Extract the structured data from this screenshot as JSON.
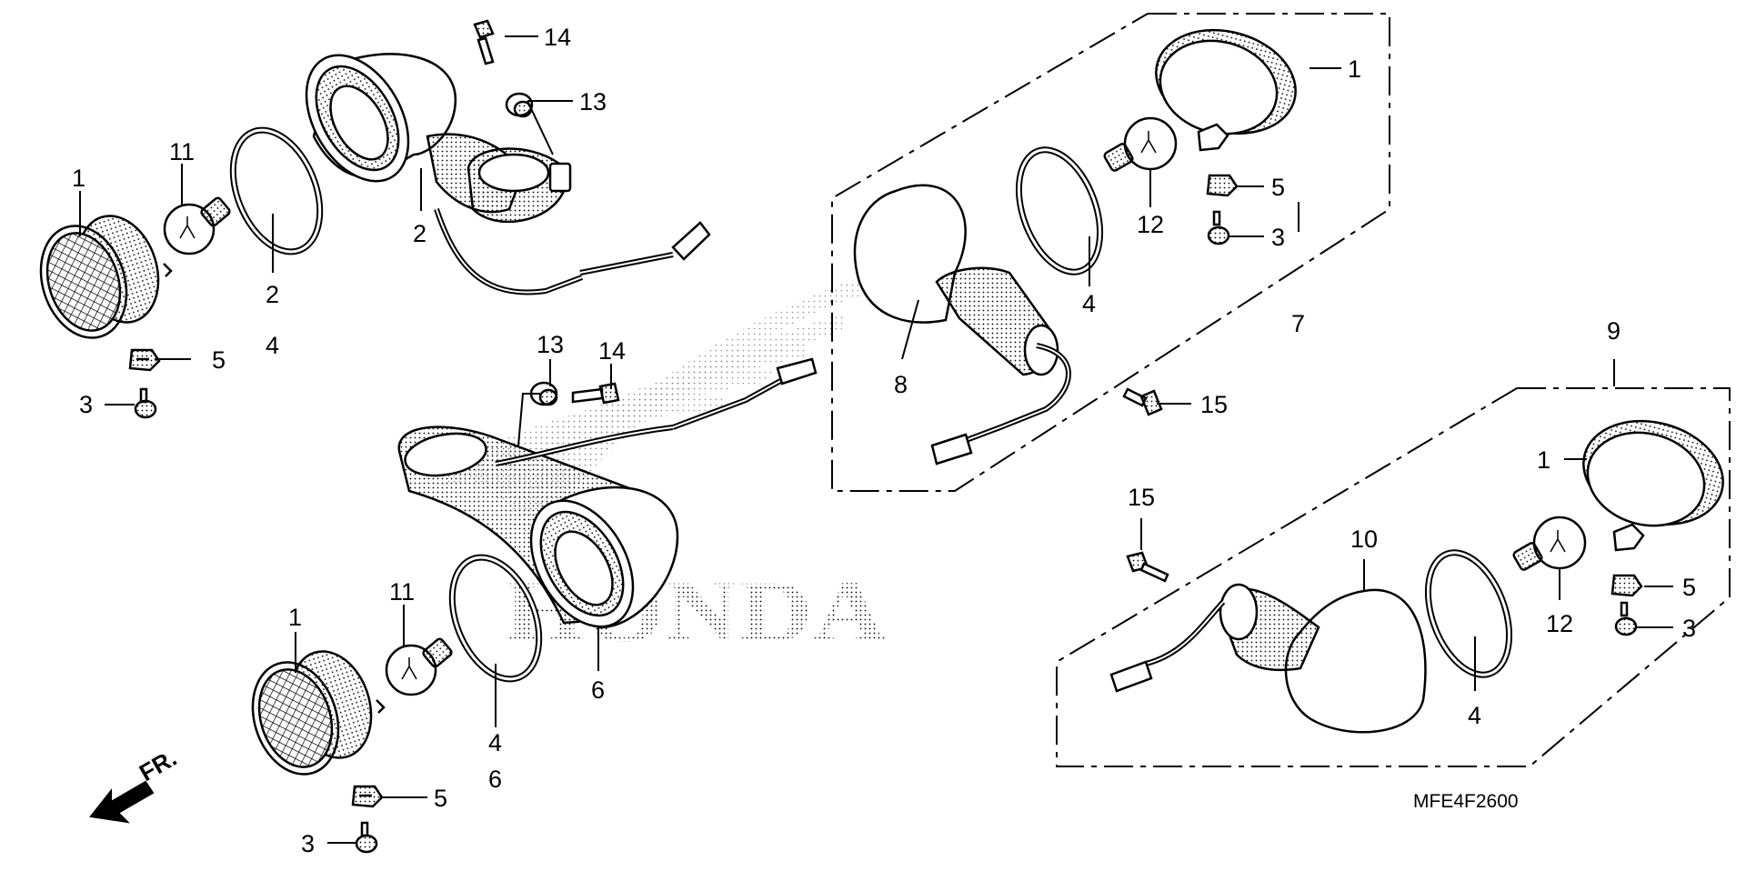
{
  "diagram_code": "MFE4F2600",
  "front_arrow_label": "FR.",
  "watermark": "HONDA",
  "callouts": {
    "c_14a": "14",
    "c_13a": "13",
    "c_1a": "1",
    "c_11a": "11",
    "c_2a": "2",
    "c_2b": "2",
    "c_4a": "4",
    "c_5a": "5",
    "c_3a": "3",
    "c_13b": "13",
    "c_14b": "14",
    "c_11b": "11",
    "c_1b": "1",
    "c_6a": "6",
    "c_4b": "4",
    "c_6b": "6",
    "c_5b": "5",
    "c_3b": "3",
    "c_1c": "1",
    "c_5c": "5",
    "c_3c": "3",
    "c_12a": "12",
    "c_4c": "4",
    "c_7": "7",
    "c_8": "8",
    "c_15a": "15",
    "c_9": "9",
    "c_1d": "1",
    "c_5d": "5",
    "c_3d": "3",
    "c_12b": "12",
    "c_10": "10",
    "c_15b": "15",
    "c_4d": "4"
  }
}
